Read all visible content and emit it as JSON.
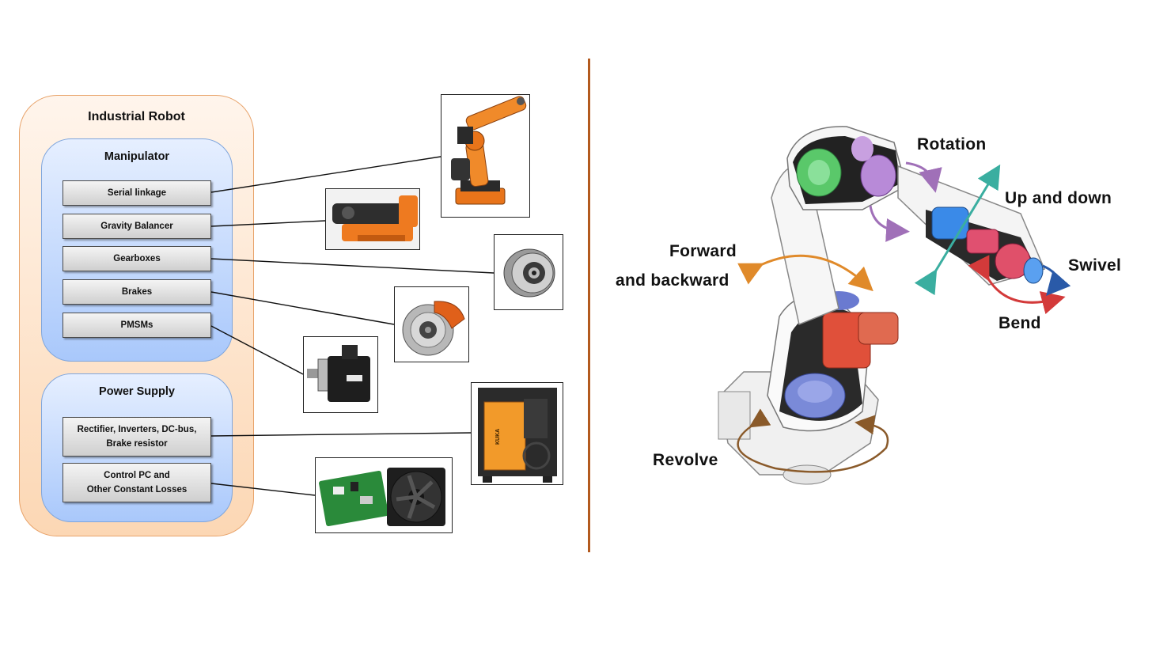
{
  "industrial_robot": {
    "title": "Industrial Robot",
    "manipulator": {
      "title": "Manipulator",
      "components": [
        "Serial linkage",
        "Gravity Balancer",
        "Gearboxes",
        "Brakes",
        "PMSMs"
      ]
    },
    "power_supply": {
      "title": "Power Supply",
      "components": [
        "Rectifier, Inverters, DC-bus,\nBrake resistor",
        "Control PC and\nOther Constant Losses"
      ]
    }
  },
  "photos": {
    "cabinet_logo": "KUKA"
  },
  "robot_motions": {
    "rotation": "Rotation",
    "up_and_down": "Up and down",
    "forward_line1": "Forward",
    "forward_line2": "and backward",
    "swivel": "Swivel",
    "bend": "Bend",
    "revolve": "Revolve"
  },
  "colors": {
    "divider": "#b35a1e",
    "outer_box": "#fcd7b4",
    "group_box": "#a9c8fb",
    "arrow_orange": "#e08a2a",
    "arrow_purple": "#a070b8",
    "arrow_teal": "#3aaea0",
    "arrow_red": "#d33a3a",
    "arrow_blue": "#2a5aa8",
    "arrow_brown": "#8a5a2a"
  }
}
